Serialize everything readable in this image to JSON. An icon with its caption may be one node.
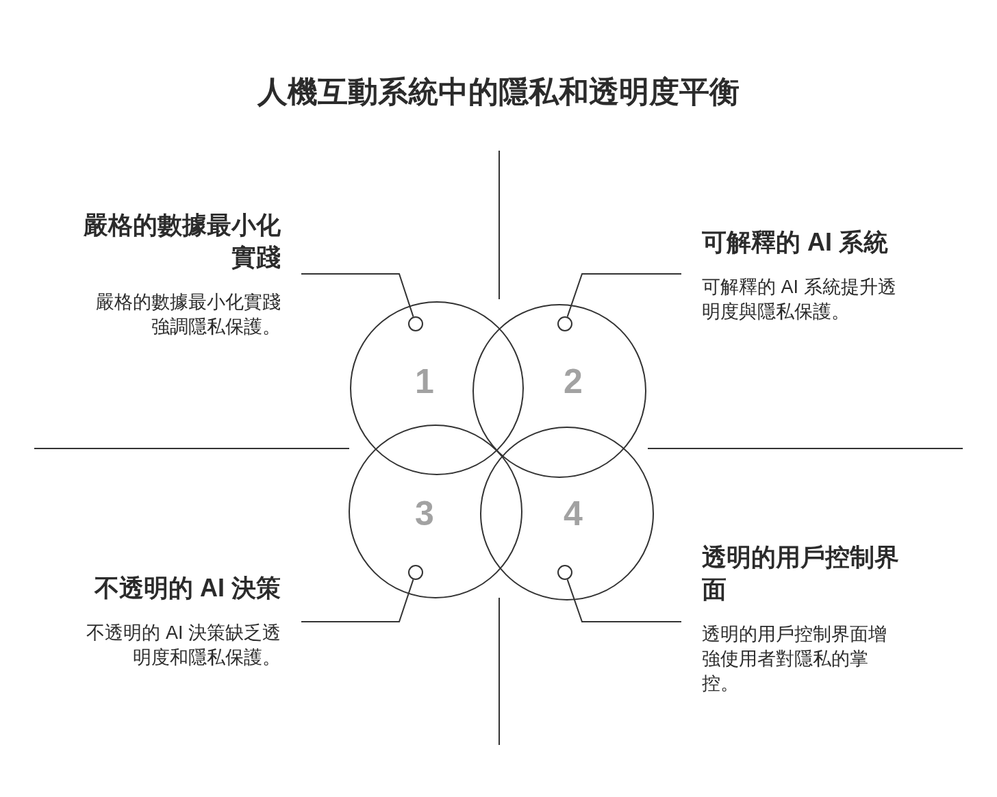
{
  "diagram": {
    "title": "人機互動系統中的隱私和透明度平衡",
    "nodes": [
      {
        "text": [
          "1"
        ]
      },
      {
        "text": [],
        "shape": "circle",
        "in": 0
      },
      {
        "text": [
          "2"
        ]
      },
      {
        "text": [],
        "shape": "circle",
        "in": 2
      },
      {
        "text": [
          "3"
        ]
      },
      {
        "text": [],
        "shape": "circle",
        "in": 4
      },
      {
        "text": [
          "4"
        ]
      },
      {
        "text": [],
        "shape": "circle",
        "in": 6
      },
      {
        "text": [
          "嚴格的數據最小化實踐",
          "嚴格的數據最小化實踐強調隱私保護。"
        ]
      },
      {
        "text": [
          "可解釋的 AI 系統",
          "可解釋的 AI 系統提升透明度與隱私保護。"
        ]
      },
      {
        "text": [
          "不透明的 AI 決策",
          "不透明的 AI 決策缺乏透明度和隱私保護。"
        ]
      },
      {
        "text": [
          "透明的用戶控制界面",
          "透明的用戶控制界面增強使用者對隱私的掌控。"
        ]
      }
    ],
    "edges": [
      {
        "from": 8,
        "to": 1,
        "arrow": "none"
      },
      {
        "from": 9,
        "to": 3,
        "arrow": "none"
      },
      {
        "from": 10,
        "to": 5,
        "arrow": "none"
      },
      {
        "from": 11,
        "to": 7,
        "arrow": "none"
      }
    ]
  }
}
